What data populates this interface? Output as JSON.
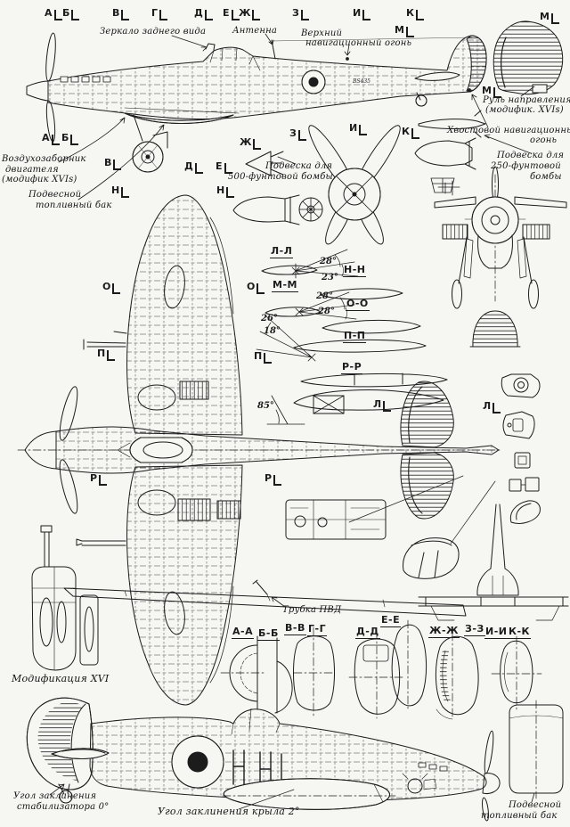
{
  "page": {
    "bg": "#f6f6f3",
    "ink": "#1c1c1c",
    "description": "Three-view blueprint of Supermarine Spitfire Mk XVI with Russian annotations"
  },
  "cuts": [
    "А",
    "Б",
    "В",
    "Г",
    "Д",
    "Е",
    "Ж",
    "З",
    "И",
    "К",
    "М",
    "М",
    "М",
    "А",
    "Б",
    "В",
    "Д",
    "Е",
    "Ж",
    "З",
    "И",
    "К",
    "Н",
    "Н",
    "О",
    "О",
    "П",
    "П",
    "Л",
    "Л",
    "Р",
    "Р"
  ],
  "wing_sections": [
    "Л-Л",
    "Н-Н",
    "М-М",
    "О-О",
    "П-П",
    "Р-Р"
  ],
  "angles": [
    "28°",
    "23°",
    "28°",
    "28°",
    "26°",
    "18°",
    "85°"
  ],
  "cross_sections": [
    "А-А",
    "Б-Б",
    "В-В",
    "Г-Г",
    "Д-Д",
    "Е-Е",
    "Ж-Ж",
    "З-З",
    "И-И",
    "К-К"
  ],
  "ann": {
    "mirror": "Зеркало заднего вида",
    "antenna": "Антенна",
    "upper_nav_1": "Верхний",
    "upper_nav_2": "навигационный огонь",
    "rudder_1": "Руль направления",
    "rudder_2": "(модифик. XVIs)",
    "tail_nav_1": "Хвостовой навигационный",
    "tail_nav_2": "огонь",
    "bomb250_1": "Подвеска для",
    "bomb250_2": "250-фунтовой",
    "bomb250_3": "бомбы",
    "bomb500_1": "Подвеска для",
    "bomb500_2": "500-фунтовой бомбы",
    "intake_1": "Воздухозаборник",
    "intake_2": "двигателя",
    "intake_3": "(модифик XVIs)",
    "tank_top_1": "Подвесной",
    "tank_top_2": "топливный бак",
    "pitot": "Трубка ПВД",
    "mod": "Модификация XVI",
    "stab_1": "Угол заклинения",
    "stab_2": "стабилизатора 0°",
    "wing_angle": "Угол заклинения крыла 2°",
    "tank_bottom_1": "Подвесной",
    "tank_bottom_2": "топливный бак",
    "serial": "BS435"
  }
}
